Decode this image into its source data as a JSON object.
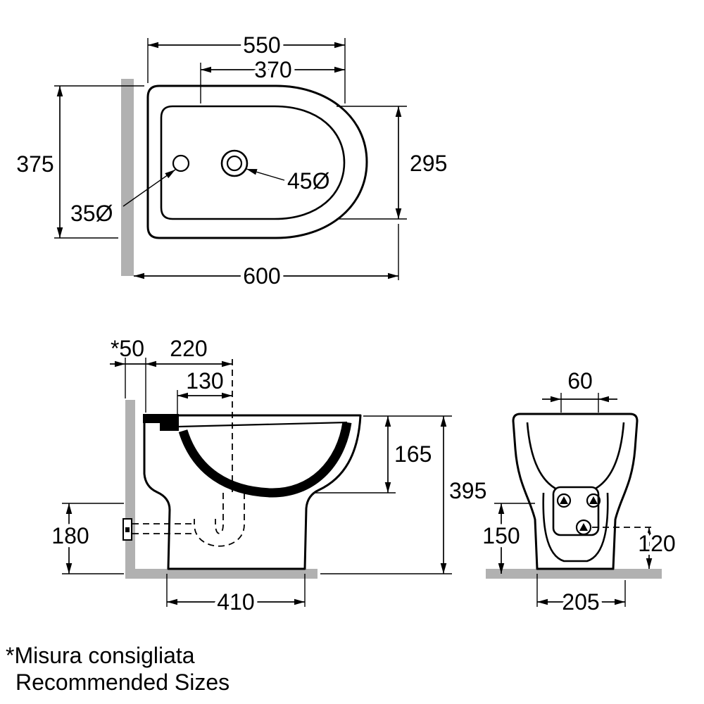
{
  "drawing": {
    "top_view": {
      "d550": "550",
      "d370": "370",
      "d375": "375",
      "d295": "295",
      "d600": "600",
      "hole45": "45Ø",
      "hole35": "35Ø"
    },
    "side_view": {
      "d50": "*50",
      "d220": "220",
      "d130": "130",
      "d165": "165",
      "d395": "395",
      "d180": "180",
      "d410": "410"
    },
    "rear_view": {
      "d60": "60",
      "d150": "150",
      "d120": "120",
      "d205": "205"
    },
    "notes": {
      "line1_it": "*Misura consigliata",
      "line2_en": "Recommended Sizes"
    },
    "colors": {
      "wall": "#b1b1b1",
      "line": "#000000"
    }
  }
}
